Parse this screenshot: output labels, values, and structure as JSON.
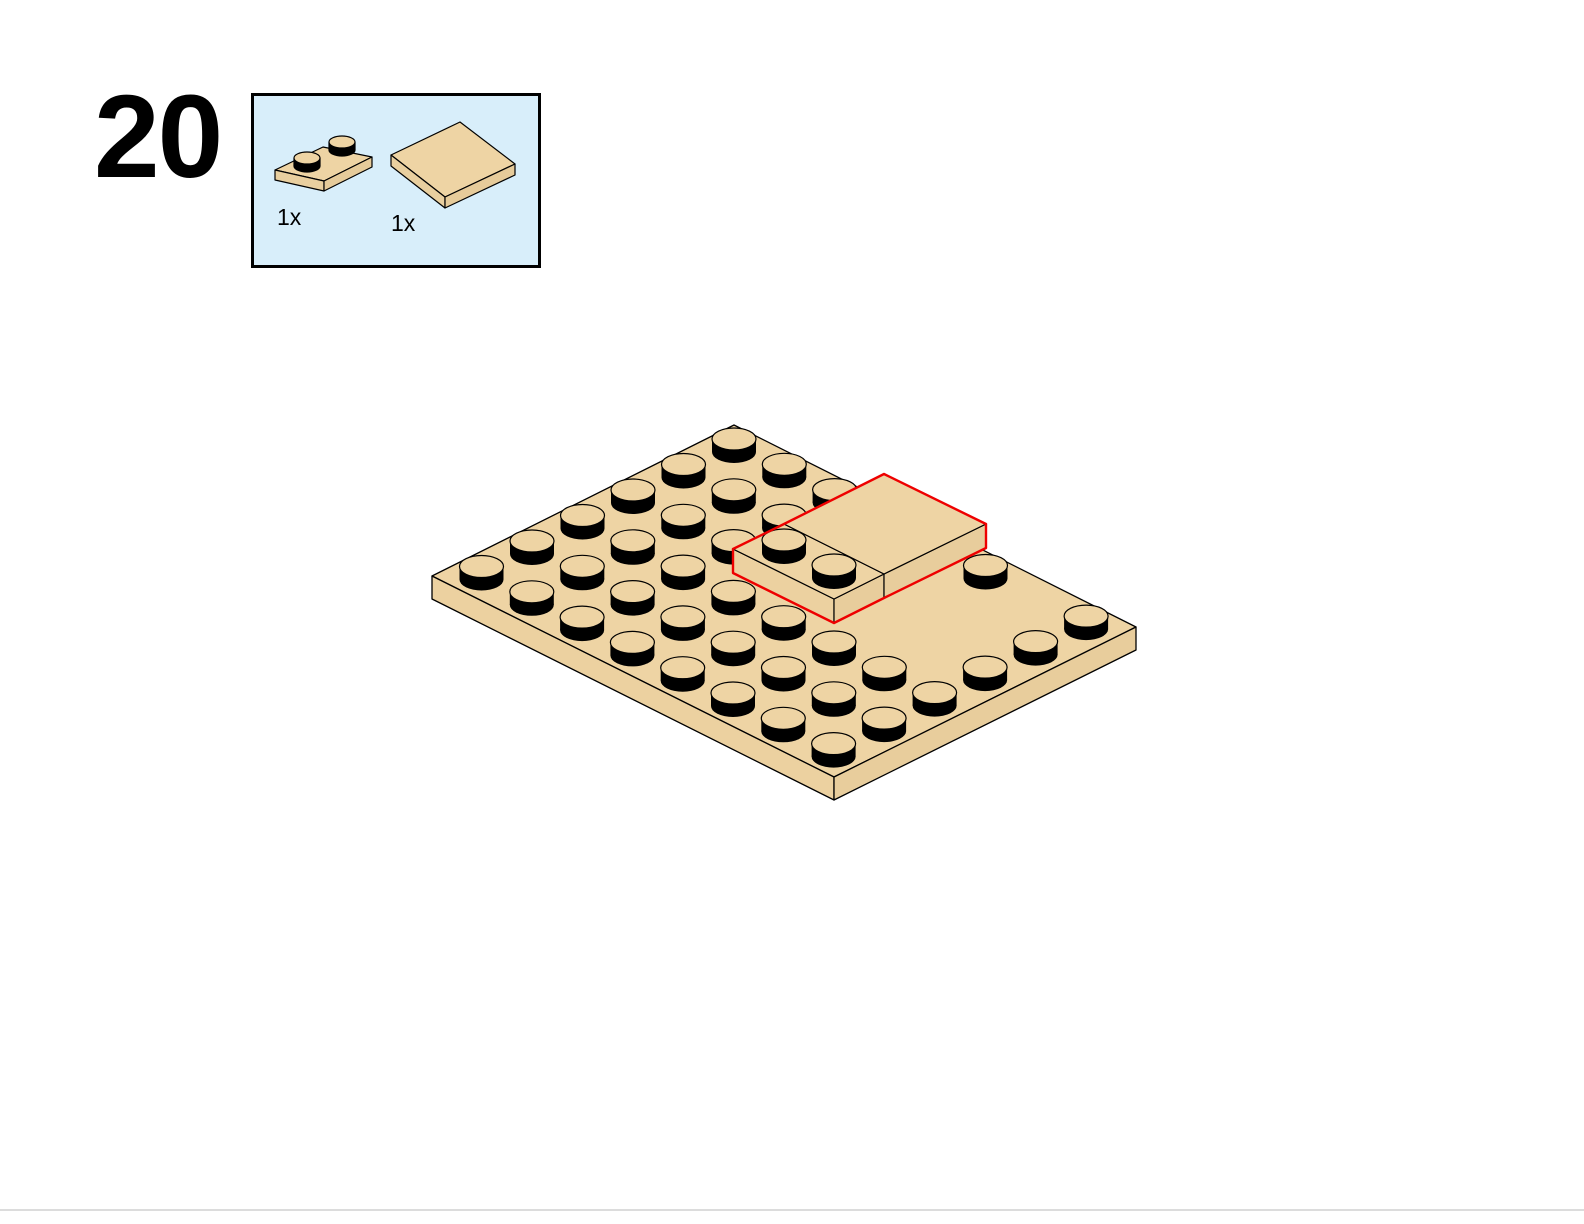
{
  "step": {
    "number": "20"
  },
  "parts_list": {
    "background": "#d8eefa",
    "items": [
      {
        "quantity": "1x",
        "part": "plate-1x2-icon"
      },
      {
        "quantity": "1x",
        "part": "tile-2x2-icon"
      }
    ]
  },
  "colors": {
    "brick_tan": "#eed4a4",
    "highlight": "#ee0000",
    "outline": "#000000"
  }
}
